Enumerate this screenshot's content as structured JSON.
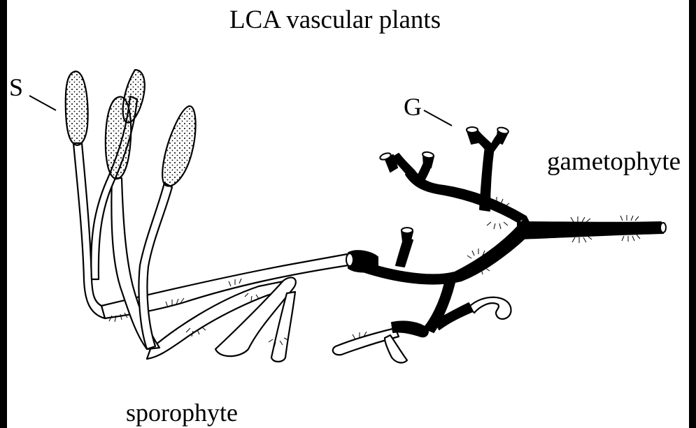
{
  "title": "LCA vascular plants",
  "labels": {
    "sporangium": "S",
    "gametangium": "G",
    "gametophyte": "gametophyte",
    "sporophyte": "sporophyte"
  },
  "colors": {
    "background": "#ffffff",
    "frame": "#000000",
    "ink": "#000000"
  }
}
